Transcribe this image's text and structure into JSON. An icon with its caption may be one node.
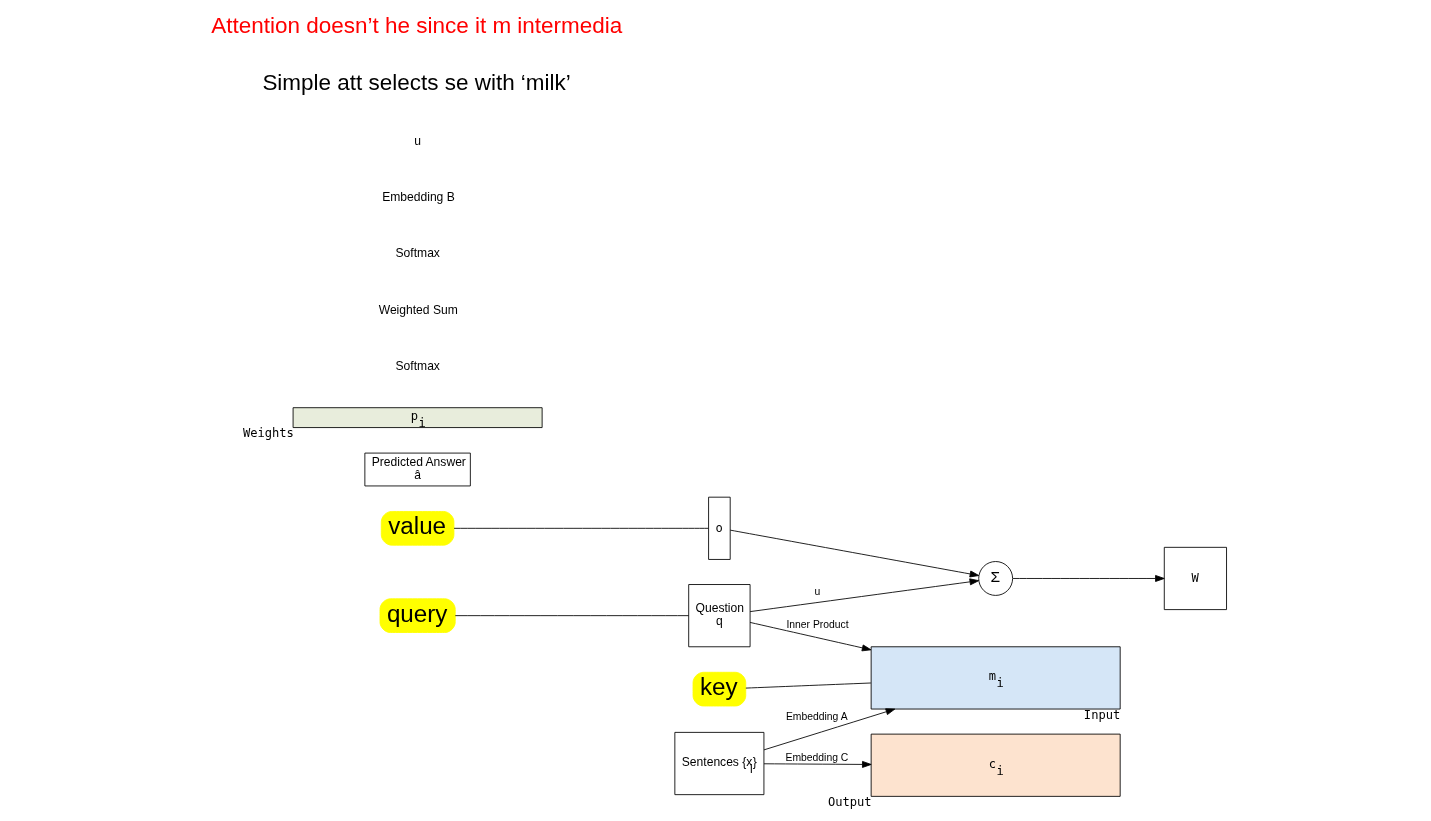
{
  "diagram": {
    "nodes": [
      {
        "text": [
          "value"
        ]
      },
      {
        "text": [
          "o"
        ]
      },
      {
        "text": [
          "Σ"
        ]
      },
      {
        "text": [
          "W"
        ]
      },
      {
        "text": [
          "Predicted Answer",
          "â"
        ]
      },
      {
        "text": [
          "c$_{i}$"
        ],
        "beside": [
          "Output"
        ]
      },
      {
        "text": [
          "p$_{i}$"
        ],
        "beside": [
          "Weights"
        ]
      },
      {
        "text": [
          "m$_{i}$"
        ],
        "beside": [
          "Input"
        ]
      },
      {
        "text": [
          "Sentences {x$_{i}$}"
        ]
      },
      {
        "text": [
          "key"
        ]
      },
      {
        "text": [
          "query"
        ]
      },
      {
        "text": [
          "Question",
          "q"
        ]
      }
    ],
    "edges": [
      {
        "from": 0,
        "to": 1,
        "arrow": "none"
      },
      {
        "from": 1,
        "to": 2,
        "arrow": "to"
      },
      {
        "from": 2,
        "to": 3,
        "arrow": "to"
      },
      {
        "from": 8,
        "to": 5,
        "arrow": "to",
        "label": "Embedding C"
      },
      {
        "from": 8,
        "to": 7,
        "arrow": "to",
        "label": "Embedding A"
      },
      {
        "from": 11,
        "to": 2,
        "arrow": "to",
        "label": "u"
      },
      {
        "from": 11,
        "to": 7,
        "arrow": "to",
        "label": "Inner Product"
      },
      {
        "from": 9,
        "to": 7,
        "arrow": "none"
      },
      {
        "from": 10,
        "to": 11,
        "arrow": "none"
      }
    ],
    "labels": [
      "Softmax",
      "Weighted Sum",
      "Softmax",
      "Embedding B",
      "u",
      "Simple att selects se with ‘milk’",
      "Attention doesn’t he since it m intermedia"
    ]
  }
}
